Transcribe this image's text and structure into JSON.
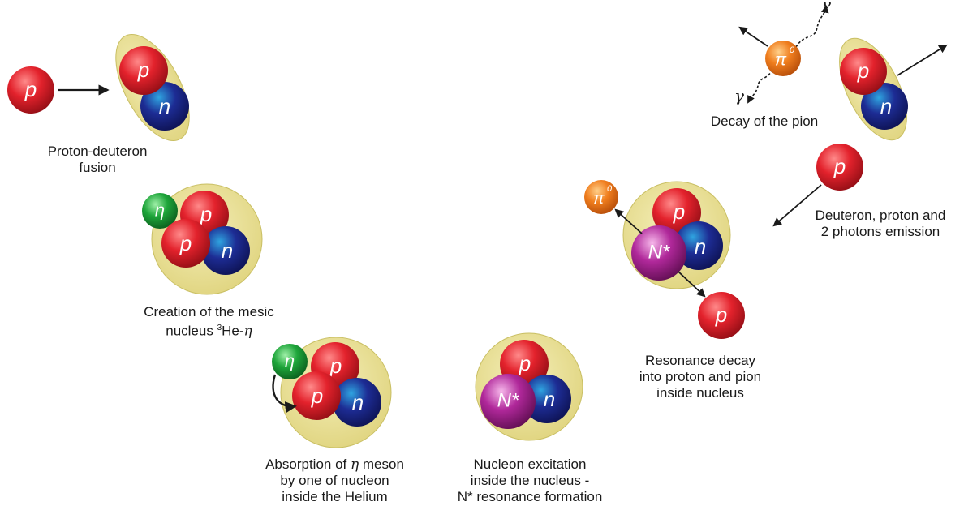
{
  "particles": {
    "proton": "p",
    "neutron": "n",
    "eta": "η",
    "resonance": "N*",
    "pion": "π",
    "pion_charge": "0",
    "gamma": "γ"
  },
  "captions": {
    "fusion": [
      "Proton-deuteron",
      "fusion"
    ],
    "creation_line1": "Creation of the mesic",
    "creation_line2_prefix": "nucleus ",
    "creation_sup": "3",
    "creation_he": "He-",
    "creation_eta": "η",
    "absorption_line1_prefix": "Absorption of ",
    "absorption_eta": "η",
    "absorption_line1_suffix": " meson",
    "absorption_lines": [
      "by one of nucleon",
      "inside the Helium"
    ],
    "excitation": [
      "Nucleon excitation",
      "inside the nucleus -",
      "N* resonance formation"
    ],
    "resonance_decay": [
      "Resonance decay",
      "into proton and pion",
      "inside nucleus"
    ],
    "emission": [
      "Deuteron, proton and",
      "2 photons emission"
    ],
    "pion_decay": "Decay of the pion"
  },
  "colors": {
    "proton": "#e0202a",
    "neutron": "#1e2a8c",
    "eta": "#1fa33a",
    "resonance": "#a8238f",
    "pion": "#f07e1e",
    "nucleus": "#ebe29a"
  }
}
